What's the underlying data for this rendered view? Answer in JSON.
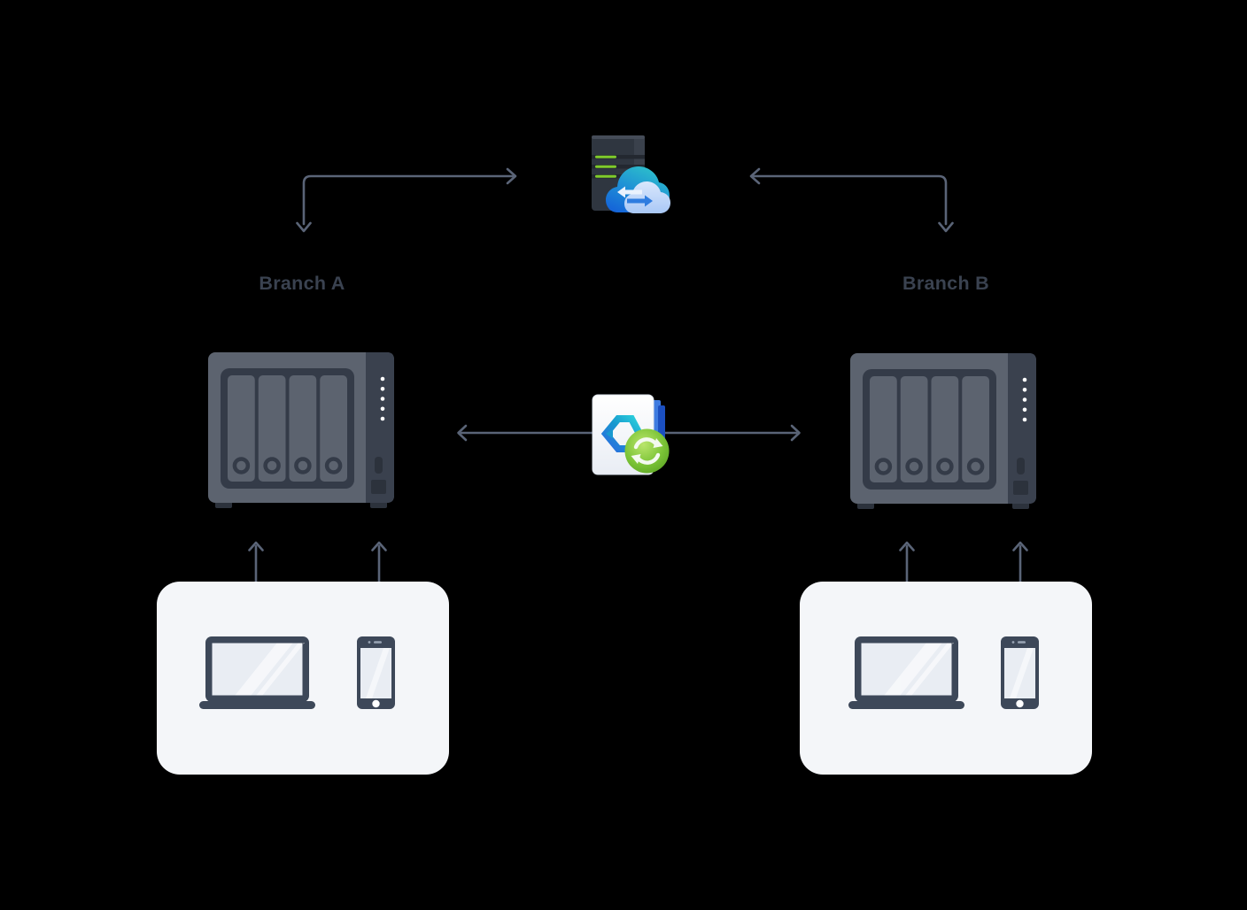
{
  "branch_a": {
    "label": "Branch A"
  },
  "branch_b": {
    "label": "Branch B"
  },
  "icons": {
    "central": "server-with-cloud-sync-icon",
    "branch_device": "four-bay-nas-icon",
    "middle": "drive-sharesync-folder-icon",
    "clients": [
      "laptop-icon",
      "smartphone-icon"
    ]
  },
  "connectors": [
    "branch-a-to-central-server",
    "branch-b-to-central-server",
    "nas-a-to-nas-b-sync",
    "nas-a-to-laptop-a",
    "nas-a-to-phone-a",
    "nas-b-to-laptop-b",
    "nas-b-to-phone-b"
  ],
  "colors": {
    "background": "#000000",
    "arrow": "#5A6477",
    "label": "#3A4250",
    "box": "#F4F6F9",
    "nas_body": "#5C636F",
    "nas_panel": "#3A414E",
    "nas_outline": "#343B48",
    "nas_dark2": "#2C323C",
    "device_frame": "#3D4859",
    "screen": "#E9EDF3",
    "led_green": "#7FCB2B",
    "cloud_teal": "#2EC4C9",
    "cloud_blue": "#1565D8",
    "cloud_light": "#C3D9F9",
    "pages_blue": "#2E6BD8",
    "badge_green": "#6FBA2C"
  }
}
